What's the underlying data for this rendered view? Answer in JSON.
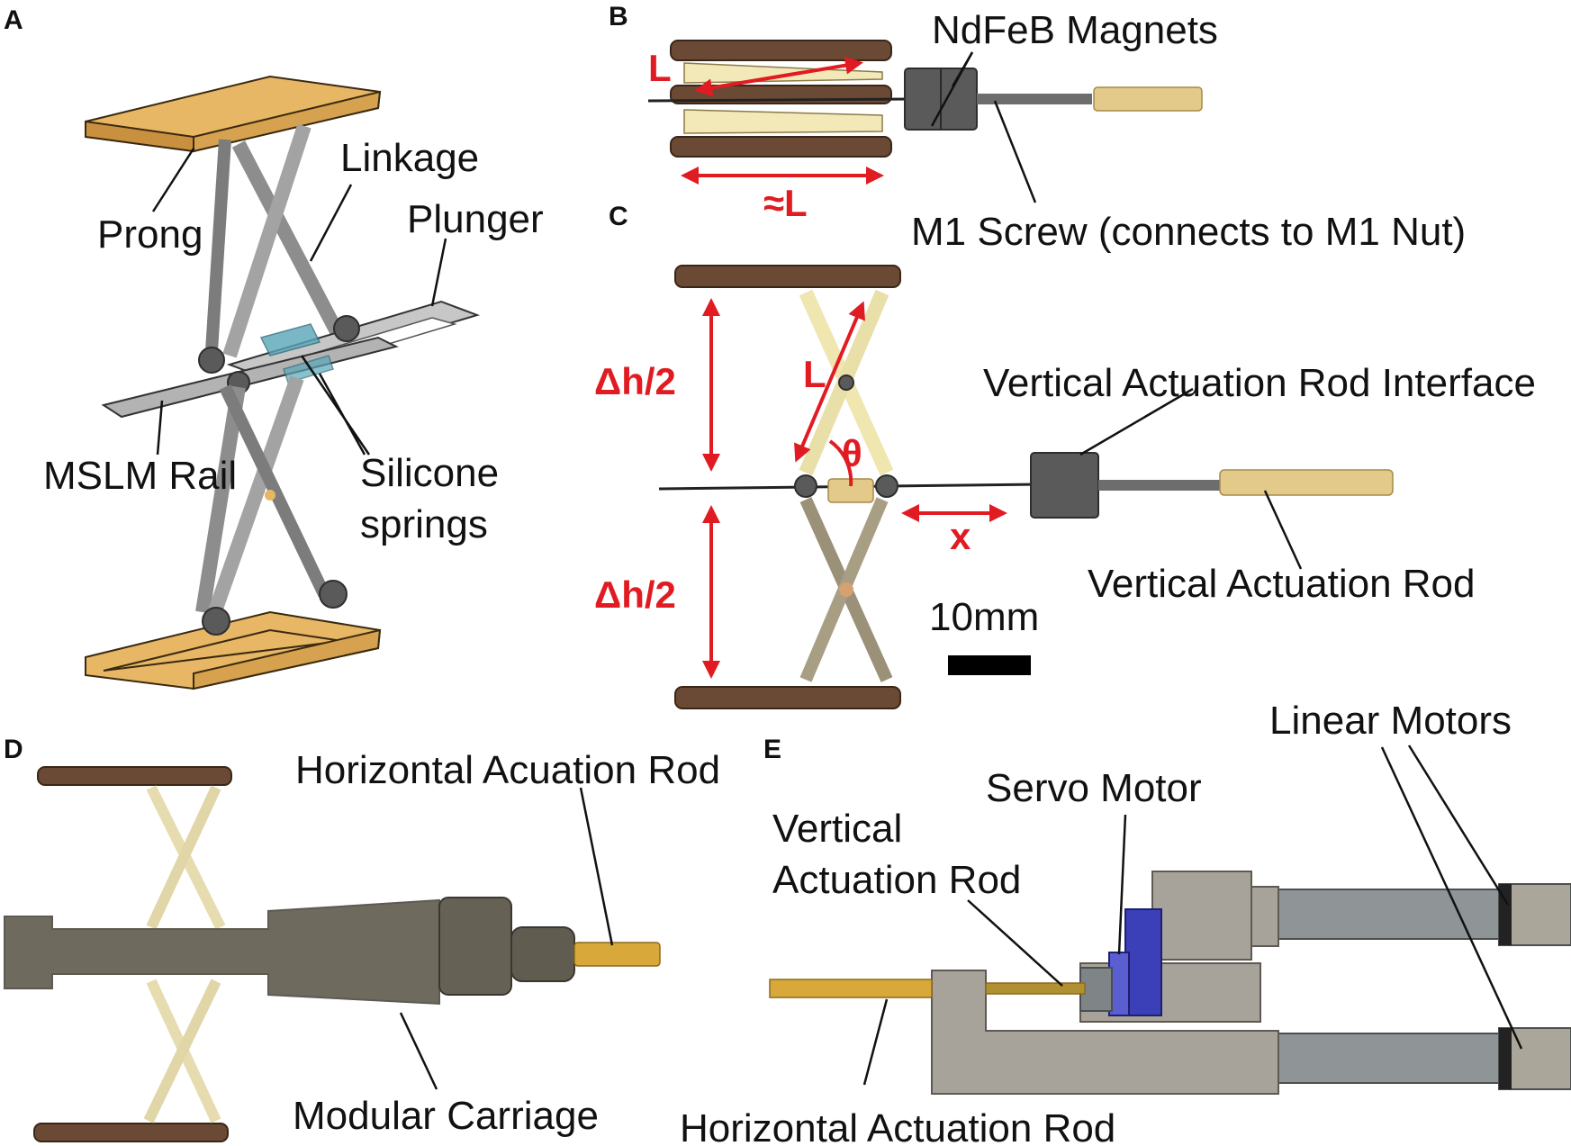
{
  "panels": {
    "a": {
      "letter": "A",
      "labels": {
        "prong": "Prong",
        "linkage": "Linkage",
        "plunger": "Plunger",
        "rail": "MSLM Rail",
        "springs_line1": "Silicone",
        "springs_line2": "springs"
      }
    },
    "b": {
      "letter": "B",
      "labels": {
        "magnets": "NdFeB Magnets",
        "length": "L",
        "approx_length": "≈L",
        "screw": "M1 Screw (connects to M1 Nut)"
      }
    },
    "c": {
      "letter": "C",
      "labels": {
        "half_height_top": "Δh/2",
        "half_height_bottom": "Δh/2",
        "length": "L",
        "angle": "θ",
        "displacement": "x",
        "interface": "Vertical Actuation Rod Interface",
        "rod": "Vertical Actuation Rod",
        "scale": "10mm"
      }
    },
    "d": {
      "letter": "D",
      "labels": {
        "horizontal_rod": "Horizontal Acuation Rod",
        "carriage": "Modular Carriage"
      }
    },
    "e": {
      "letter": "E",
      "labels": {
        "linear_motors": "Linear Motors",
        "servo": "Servo Motor",
        "vertical_rod_line1": "Vertical",
        "vertical_rod_line2": "Actuation Rod",
        "horizontal_rod": "Horizontal Actuation Rod"
      }
    }
  },
  "colors": {
    "annotation_red": "#e11b22",
    "wood": "#e8b765",
    "servo_blue": "#3b3fb8"
  }
}
